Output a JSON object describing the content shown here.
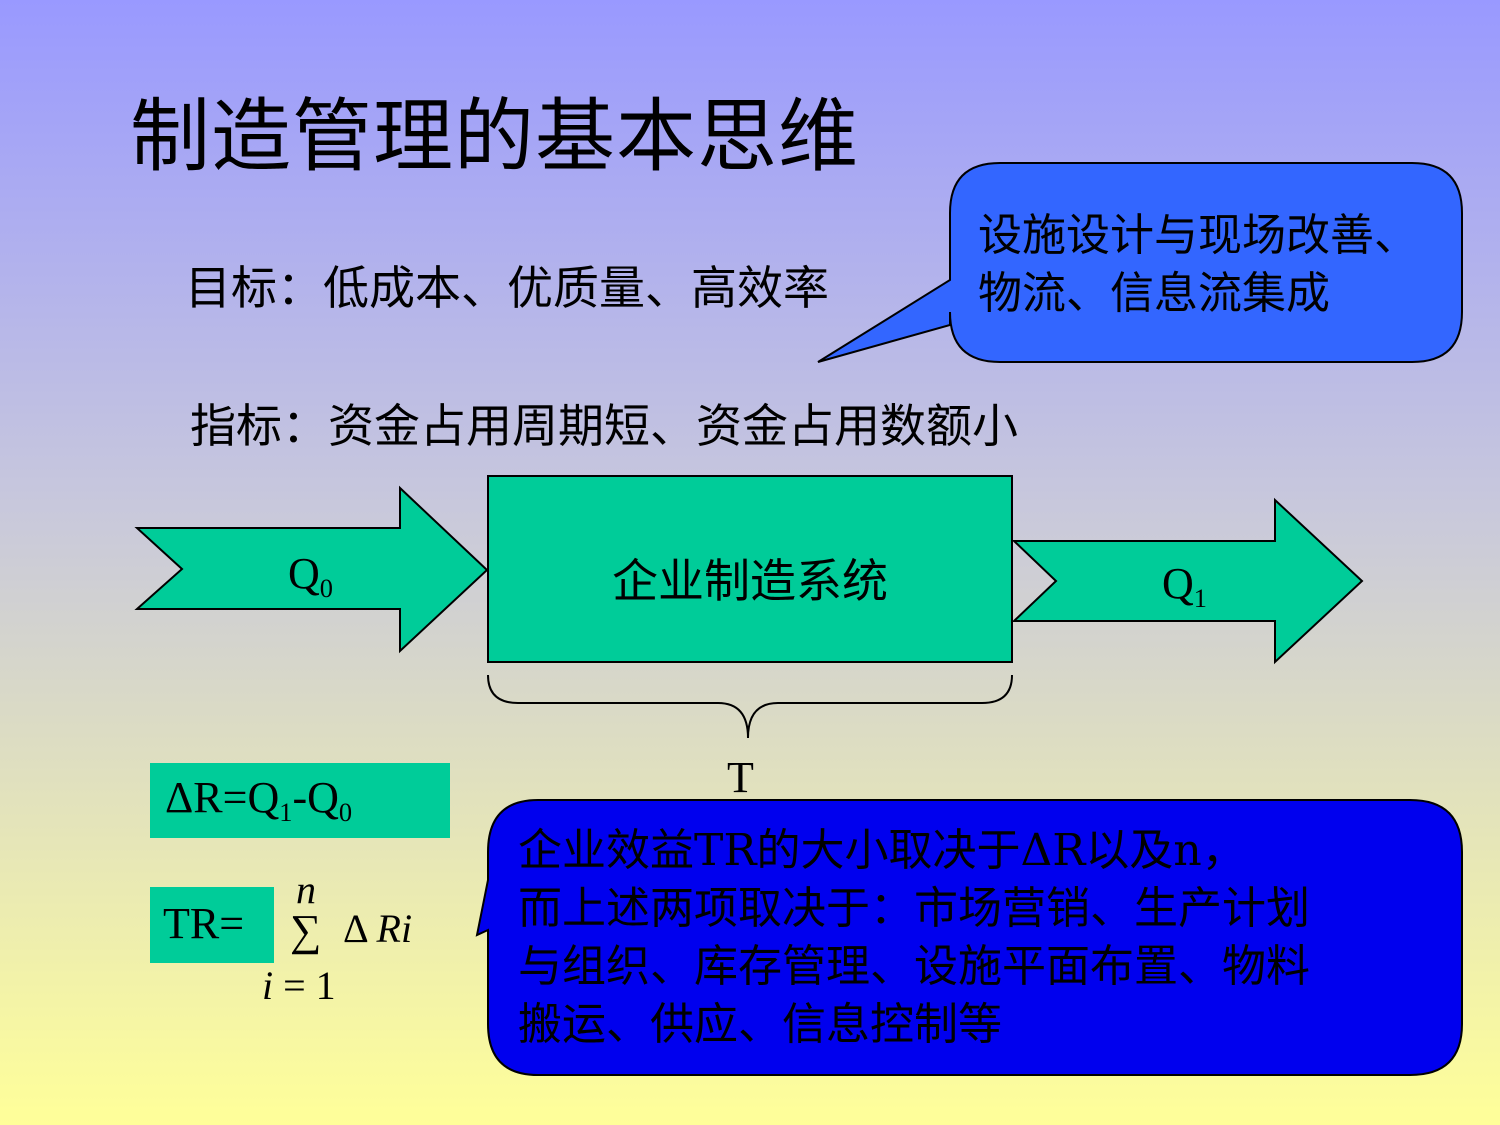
{
  "title": "制造管理的基本思维",
  "goal_text": "目标：低成本、优质量、高效率",
  "metric_text": "指标：资金占用周期短、资金占用数额小",
  "callout_top": {
    "lines": [
      "设施设计与现场改善、",
      "物流、信息流集成"
    ],
    "fill": "#3366ff"
  },
  "flow": {
    "input_label": "Q",
    "input_sub": "0",
    "system_label": "企业制造系统",
    "output_label": "Q",
    "output_sub": "1",
    "duration_label": "T",
    "fill": "#00cc99"
  },
  "formulas": {
    "delta": {
      "prefix": "ΔR=Q",
      "sub1": "1",
      "mid": "-Q",
      "sub2": "0"
    },
    "tr": {
      "lhs": "TR=",
      "upper": "n",
      "sigma": "∑",
      "body_delta": "Δ",
      "body_r": "R",
      "body_i": "i",
      "lower_i": "i",
      "lower_rest": " = 1"
    }
  },
  "callout_bottom": {
    "lines": [
      "企业效益TR的大小取决于ΔR以及n，",
      "而上述两项取决于：市场营销、生产计划",
      "与组织、库存管理、设施平面布置、物料",
      "搬运、供应、信息控制等"
    ],
    "fill": "#0000ee"
  }
}
